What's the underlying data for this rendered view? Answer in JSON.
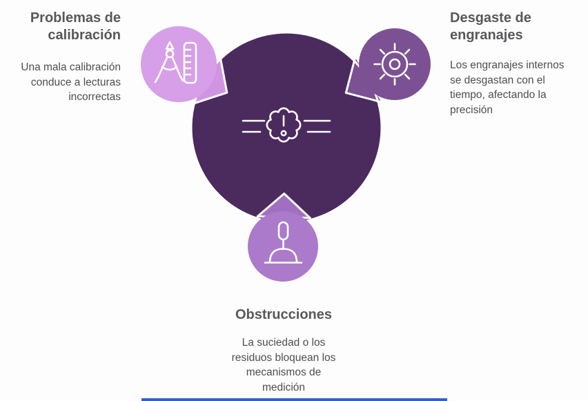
{
  "diagram_type": "central-hub-with-three-satellites",
  "center": {
    "icon": "alert-gear-icon",
    "color": "#4b2a5e"
  },
  "colors": {
    "main_circle": "#4b2a5e",
    "icon_stroke": "#ffffff",
    "heading_text": "#58585a",
    "body_text": "#4e4e50",
    "bottom_line": "#3560c0",
    "calibration_circle": "#d69fe8",
    "calibration_wedge": "#cf95e3",
    "gears_circle": "#7c5194",
    "gears_wedge": "#7c5194",
    "obstruction_circle": "#ab7aca",
    "obstruction_wedge": "#a26fc0"
  },
  "nodes": {
    "calibration": {
      "title": "Problemas de\ncalibración",
      "description": "Una mala calibración\nconduce a lecturas\nincorrectas",
      "icon": "compass-ruler-icon",
      "position": "top-left"
    },
    "gears": {
      "title": "Desgaste de\nengranajes",
      "description": "Los engranajes internos\nse desgastan con el\ntiempo, afectando la\nprecisión",
      "icon": "gear-wear-icon",
      "position": "top-right"
    },
    "obstruction": {
      "title": "Obstrucciones",
      "description": "La suciedad o los\nresiduos bloquean los\nmecanismos de\nmedición",
      "icon": "plunger-icon",
      "position": "bottom"
    }
  }
}
